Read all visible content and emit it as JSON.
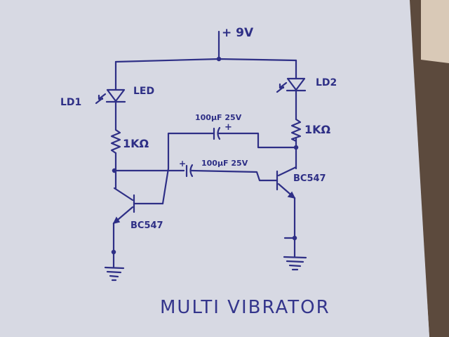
{
  "supply_label": "+ 9V",
  "led_left": {
    "designator": "LD1",
    "type_label": "LED"
  },
  "led_right": {
    "designator": "LD2"
  },
  "resistor_left": {
    "value": "1KΩ"
  },
  "resistor_right": {
    "value": "1KΩ"
  },
  "capacitor_top": {
    "value": "100μF 25V"
  },
  "capacitor_bottom": {
    "value": "100μF 25V"
  },
  "transistor_left": {
    "part": "BC547"
  },
  "transistor_right": {
    "part": "BC547"
  },
  "title": "MULTI VIBRATOR",
  "colors": {
    "ink": "#2e2f86",
    "paper": "#d6d8e2",
    "table": "#6b5a4c"
  }
}
